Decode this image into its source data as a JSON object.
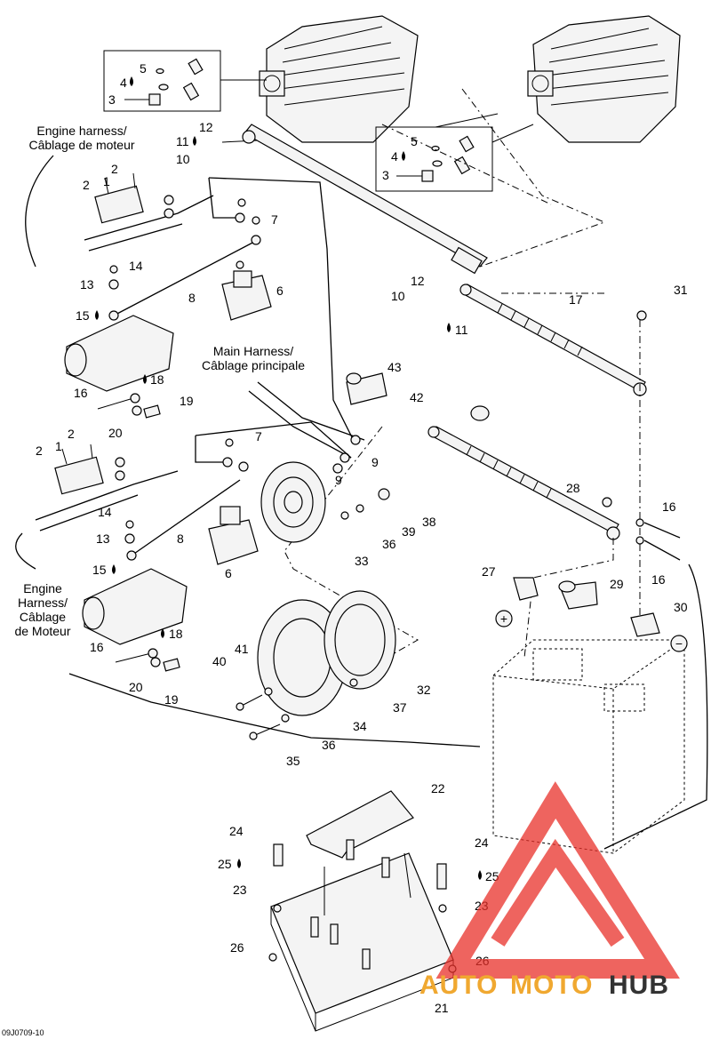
{
  "figure_code": "09J0709-10",
  "captions": {
    "engine_harness_top": [
      "Engine harness/",
      "Câblage de moteur"
    ],
    "main_harness": [
      "Main Harness/",
      "Câblage principale"
    ],
    "engine_harness_bottom": [
      "Engine",
      "Harness/",
      "Câblage",
      "de Moteur"
    ]
  },
  "callouts": {
    "c1a": "1",
    "c1b": "1",
    "c2a": "2",
    "c2b": "2",
    "c2c": "2",
    "c2d": "2",
    "c3a": "3",
    "c3b": "3",
    "c4a": "4",
    "c4b": "4",
    "c5a": "5",
    "c5b": "5",
    "c6a": "6",
    "c6b": "6",
    "c7a": "7",
    "c7b": "7",
    "c8a": "8",
    "c8b": "8",
    "c9a": "9",
    "c9b": "9",
    "c10a": "10",
    "c10b": "10",
    "c11a": "11",
    "c11b": "11",
    "c12a": "12",
    "c12b": "12",
    "c13a": "13",
    "c13b": "13",
    "c14a": "14",
    "c14b": "14",
    "c15a": "15",
    "c15b": "15",
    "c16a": "16",
    "c16b": "16",
    "c16c": "16",
    "c16d": "16",
    "c17": "17",
    "c18a": "18",
    "c18b": "18",
    "c19a": "19",
    "c19b": "19",
    "c20a": "20",
    "c20b": "20",
    "c21": "21",
    "c22": "22",
    "c23a": "23",
    "c23b": "23",
    "c24a": "24",
    "c24b": "24",
    "c25a": "25",
    "c25b": "25",
    "c26a": "26",
    "c26b": "26",
    "c27": "27",
    "c28": "28",
    "c29": "29",
    "c30": "30",
    "c31": "31",
    "c32": "32",
    "c33": "33",
    "c34": "34",
    "c35": "35",
    "c36a": "36",
    "c36b": "36",
    "c37": "37",
    "c38": "38",
    "c39": "39",
    "c40": "40",
    "c41": "41",
    "c42": "42",
    "c43": "43"
  },
  "polarity": {
    "positive": "+",
    "negative": "−"
  },
  "watermark": {
    "part1": "AUTO",
    "part2": "MOTO",
    "part3": "HUB",
    "accent": "#e8302a",
    "accent2": "#f0a830"
  },
  "colors": {
    "line": "#000000",
    "background": "#ffffff"
  }
}
